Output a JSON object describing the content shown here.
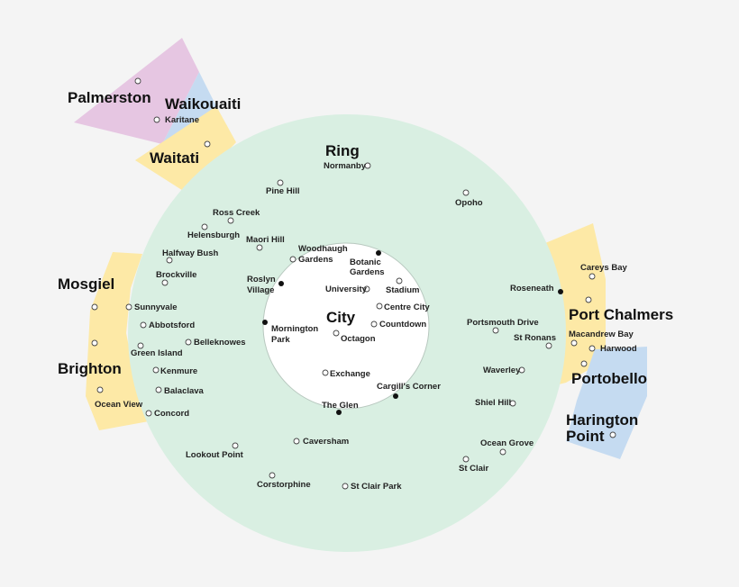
{
  "colors": {
    "background": "#f4f4f4",
    "ring_zone": "#d9efe2",
    "city_zone": "#ffffff",
    "palmerston_zone": "#e6c6e2",
    "waikouaiti_zone": "#c5dbf1",
    "yellow_zone": "#fde9a6",
    "harington_zone": "#c5dbf1"
  },
  "zones": {
    "ring": "Ring",
    "city": "City",
    "palmerston": "Palmerston",
    "waikouaiti": "Waikouaiti",
    "waitati": "Waitati",
    "mosgiel": "Mosgiel",
    "brighton": "Brighton",
    "port_chalmers": "Port Chalmers",
    "portobello": "Portobello",
    "harington_line1": "Harington",
    "harington_line2": "Point"
  },
  "stops": {
    "karitane": "Karitane",
    "normanby": "Normanby",
    "pine_hill": "Pine Hill",
    "opoho": "Opoho",
    "ross_creek": "Ross Creek",
    "helensburgh": "Helensburgh",
    "maori_hill": "Maori Hill",
    "woodhaugh_1": "Woodhaugh",
    "woodhaugh_2": "Gardens",
    "botanic_1": "Botanic",
    "botanic_2": "Gardens",
    "halfway_bush": "Halfway Bush",
    "brockville": "Brockville",
    "roslyn_1": "Roslyn",
    "roslyn_2": "Village",
    "university": "University",
    "stadium": "Stadium",
    "centre_city": "Centre City",
    "countdown": "Countdown",
    "octagon": "Octagon",
    "mornington_1": "Mornington",
    "mornington_2": "Park",
    "sunnyvale": "Sunnyvale",
    "abbotsford": "Abbotsford",
    "belleknowes": "Belleknowes",
    "green_island": "Green Island",
    "kenmure": "Kenmure",
    "balaclava": "Balaclava",
    "ocean_view": "Ocean View",
    "concord": "Concord",
    "exchange": "Exchange",
    "cargills_corner": "Cargill's Corner",
    "the_glen": "The Glen",
    "lookout_point": "Lookout Point",
    "caversham": "Caversham",
    "corstorphine": "Corstorphine",
    "st_clair_park": "St Clair Park",
    "st_clair": "St Clair",
    "ocean_grove": "Ocean Grove",
    "shiel_hill": "Shiel Hill",
    "waverley": "Waverley",
    "st_ronans": "St Ronans",
    "portsmouth_drive": "Portsmouth Drive",
    "roseneath": "Roseneath",
    "careys_bay": "Careys Bay",
    "macandrew_bay": "Macandrew Bay",
    "harwood": "Harwood"
  }
}
